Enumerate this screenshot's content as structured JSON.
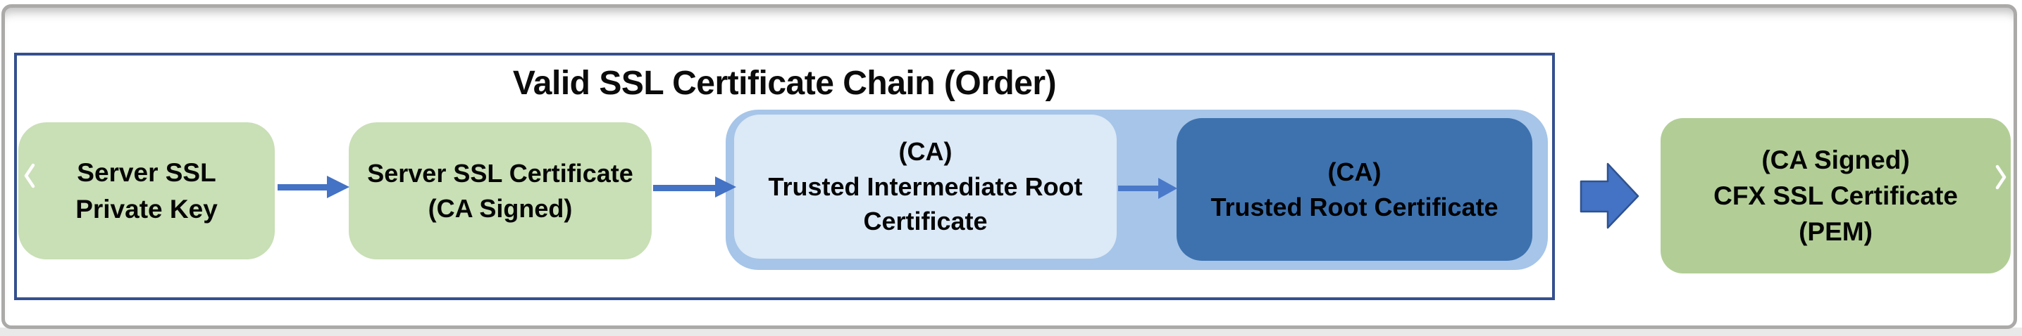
{
  "diagram": {
    "title": "Valid SSL Certificate Chain (Order)",
    "nodes": {
      "server_private_key": {
        "line1": "Server SSL",
        "line2": "Private Key"
      },
      "server_certificate": {
        "line1": "Server SSL Certificate",
        "line2": "(CA Signed)"
      },
      "intermediate_root": {
        "line1": "(CA)",
        "line2": "Trusted Intermediate Root",
        "line3": "Certificate"
      },
      "trusted_root": {
        "line1": "(CA)",
        "line2": "Trusted Root Certificate"
      },
      "output_certificate": {
        "line1": "(CA Signed)",
        "line2": "CFX SSL Certificate",
        "line3": "(PEM)"
      }
    },
    "colors": {
      "green_box": "#c9dfb6",
      "green_output_box": "#b2ce96",
      "light_blue_box": "#dce9f6",
      "steel_blue_box": "#3d72af",
      "group_background": "#a6c5e8",
      "connector_blue": "#4472c4",
      "block_arrow_outline": "#2f528f",
      "chain_border": "#35508e",
      "frame_gray": "#abaaa9",
      "text": "#050505"
    },
    "icons": {
      "prev": "chevron-left-icon",
      "next": "chevron-right-icon"
    }
  }
}
